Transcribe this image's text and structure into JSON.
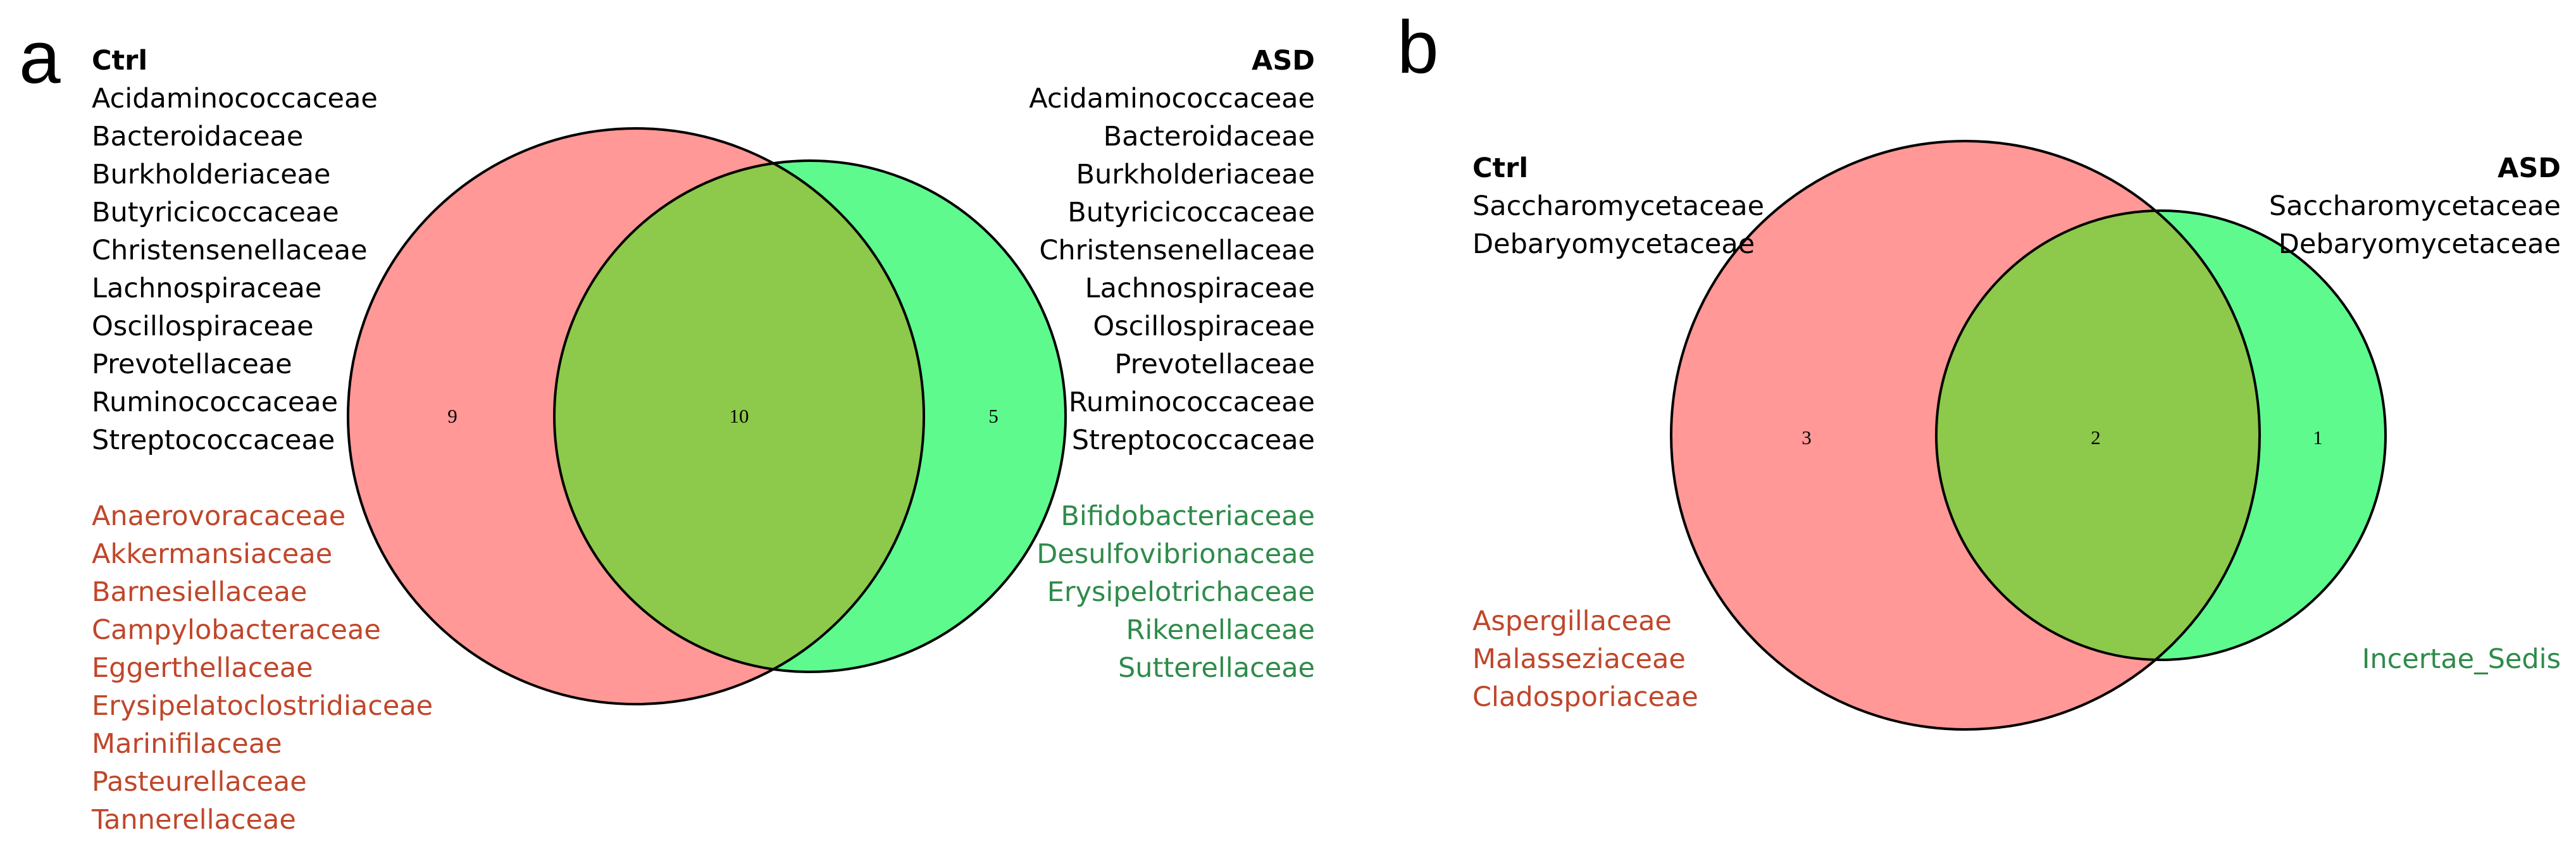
{
  "colors": {
    "ctrl_fill": "#ff9896",
    "asd_fill": "#5efa8e",
    "overlap_fill": "#8dc94a",
    "ctrl_only_text": "#c0462a",
    "asd_only_text": "#2e8b4a"
  },
  "panels": [
    {
      "letter": "a",
      "left_header": "Ctrl",
      "right_header": "ASD",
      "shared": [
        "Acidaminococcaceae",
        "Bacteroidaceae",
        "Burkholderiaceae",
        "Butyricicoccaceae",
        "Christensenellaceae",
        "Lachnospiraceae",
        "Oscillospiraceae",
        "Prevotellaceae",
        "Ruminococcaceae",
        "Streptococcaceae"
      ],
      "ctrl_only": [
        "Anaerovoracaceae",
        "Akkermansiaceae",
        "Barnesiellaceae",
        "Campylobacteraceae",
        "Eggerthellaceae",
        "Erysipelatoclostridiaceae",
        "Marinifilaceae",
        "Pasteurellaceae",
        "Tannerellaceae"
      ],
      "asd_only": [
        "Bifidobacteriaceae",
        "Desulfovibrionaceae",
        "Erysipelotrichaceae",
        "Rikenellaceae",
        "Sutterellaceae"
      ],
      "counts": {
        "ctrl_only": "9",
        "overlap": "10",
        "asd_only": "5"
      }
    },
    {
      "letter": "b",
      "left_header": "Ctrl",
      "right_header": "ASD",
      "shared": [
        "Saccharomycetaceae",
        "Debaryomycetaceae"
      ],
      "ctrl_only": [
        "Aspergillaceae",
        "Malasseziaceae",
        "Cladosporiaceae"
      ],
      "asd_only": [
        "Incertae_Sedis"
      ],
      "counts": {
        "ctrl_only": "3",
        "overlap": "2",
        "asd_only": "1"
      }
    }
  ]
}
